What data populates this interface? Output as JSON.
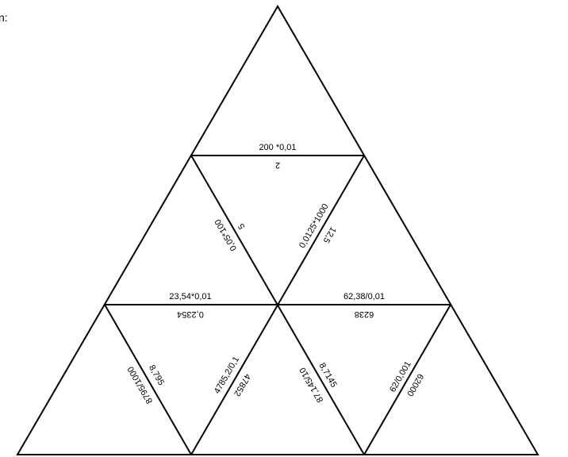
{
  "caption": "n:",
  "cards": {
    "top_mid": {
      "question": "200 *0,01",
      "answer": "2"
    },
    "left_inner": {
      "question": "0,05*100",
      "answer": "5"
    },
    "right_inner": {
      "question": "0,0125*1000",
      "answer": "12,5"
    },
    "mid_left": {
      "question": "23,54*0,01",
      "answer": "0,2354"
    },
    "mid_right": {
      "question": "62,38/0,01",
      "answer": "6238"
    },
    "bottom_1": {
      "question": "8795/1000",
      "answer": "8,795"
    },
    "bottom_2": {
      "question": "4785,2/0,1",
      "answer": "47852"
    },
    "bottom_3": {
      "question": "87,145/10",
      "answer": "8,7145"
    },
    "bottom_4": {
      "question": "62/0,001",
      "answer": "62000"
    }
  }
}
